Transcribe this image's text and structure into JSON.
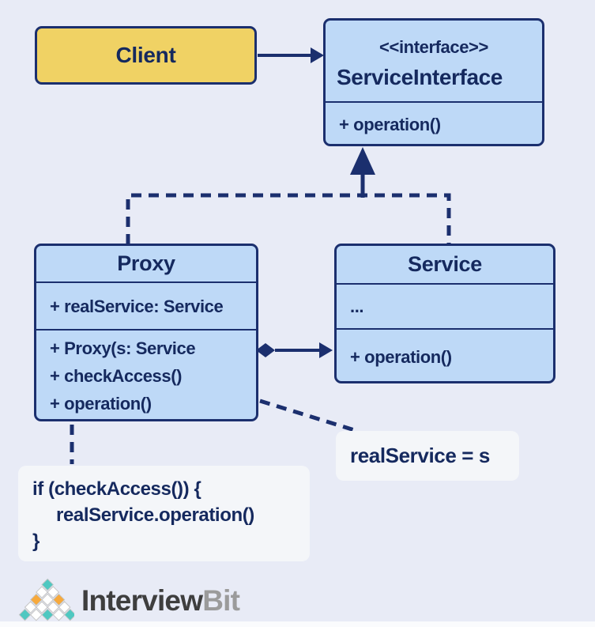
{
  "diagram": {
    "client": {
      "label": "Client"
    },
    "service_interface": {
      "stereotype": "<<interface>>",
      "name": "ServiceInterface",
      "methods": [
        "+ operation()"
      ]
    },
    "proxy": {
      "name": "Proxy",
      "attributes": [
        "+ realService: Service"
      ],
      "methods": [
        "+ Proxy(s: Service",
        "+ checkAccess()",
        "+ operation()"
      ]
    },
    "service": {
      "name": "Service",
      "attributes": [
        "..."
      ],
      "methods": [
        "+ operation()"
      ]
    },
    "notes": {
      "assignment": "realService = s",
      "code_lines": [
        "if (checkAccess()) {",
        "realService.operation()",
        "}"
      ]
    }
  },
  "logo": {
    "text_primary": "Interview",
    "text_secondary": "Bit"
  },
  "colors": {
    "background": "#E8EBF6",
    "box_fill_blue": "#BED9F7",
    "box_fill_yellow": "#F0D264",
    "line_navy": "#1B2F6E",
    "text_navy": "#15295E",
    "note_background": "#F4F6F9",
    "logo_teal": "#4FC8C1",
    "logo_orange": "#F7A93C",
    "logo_text_dark": "#3E3E3E",
    "logo_text_light": "#9B9B9B"
  }
}
